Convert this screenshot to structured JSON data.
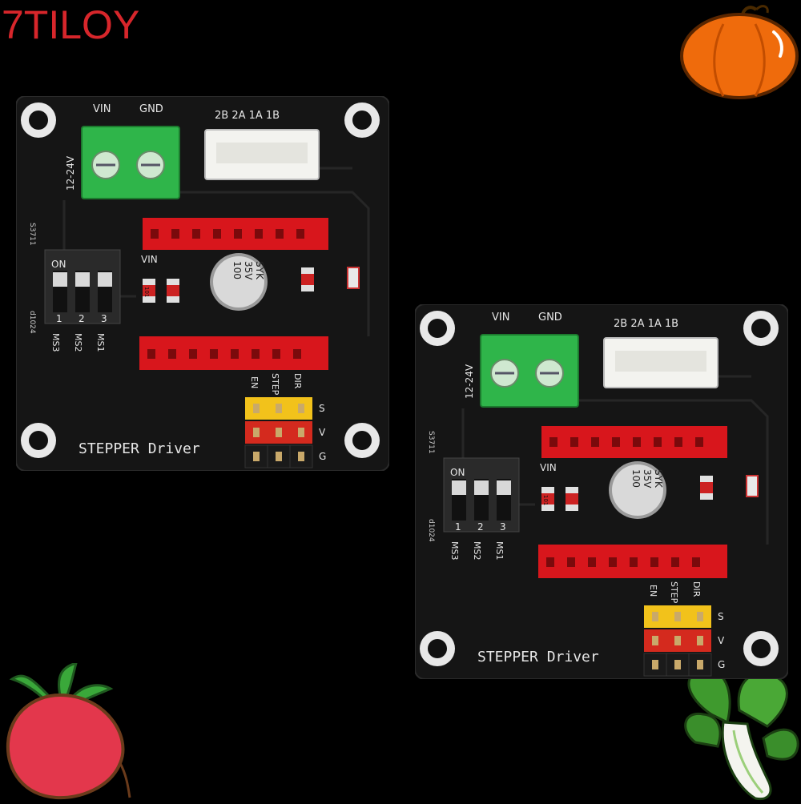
{
  "brand": "7TILOY",
  "board": {
    "vin_label": "VIN",
    "gnd_label": "GND",
    "voltage_label": "12-24V",
    "motor_pins": "2B 2A 1A 1B",
    "header_label": "VIN",
    "dip_on": "ON",
    "dip_numbers": [
      "1",
      "2",
      "3"
    ],
    "ms_labels": [
      "MS3",
      "MS2",
      "MS1"
    ],
    "side_code": "S3711",
    "side_code2": "d1024",
    "cap_value": "100",
    "cap_voltage": "35V",
    "cap_brand": "SYK",
    "resistor_code": "101",
    "signal_labels": [
      "EN",
      "STEP",
      "DIR"
    ],
    "row_labels": [
      "S",
      "V",
      "G"
    ],
    "title": "STEPPER Driver"
  },
  "colors": {
    "brand": "#d7262b",
    "pcb": "#151515",
    "terminal": "#2fb54a",
    "header": "#d8161c",
    "pin_yellow": "#f2c21b",
    "pin_red": "#d42a1e",
    "pin_black": "#1a1a1a",
    "pumpkin": "#ef6b0c",
    "radish": "#e3374c"
  },
  "icons": [
    "pumpkin-icon",
    "radish-icon",
    "bok-choy-icon"
  ]
}
